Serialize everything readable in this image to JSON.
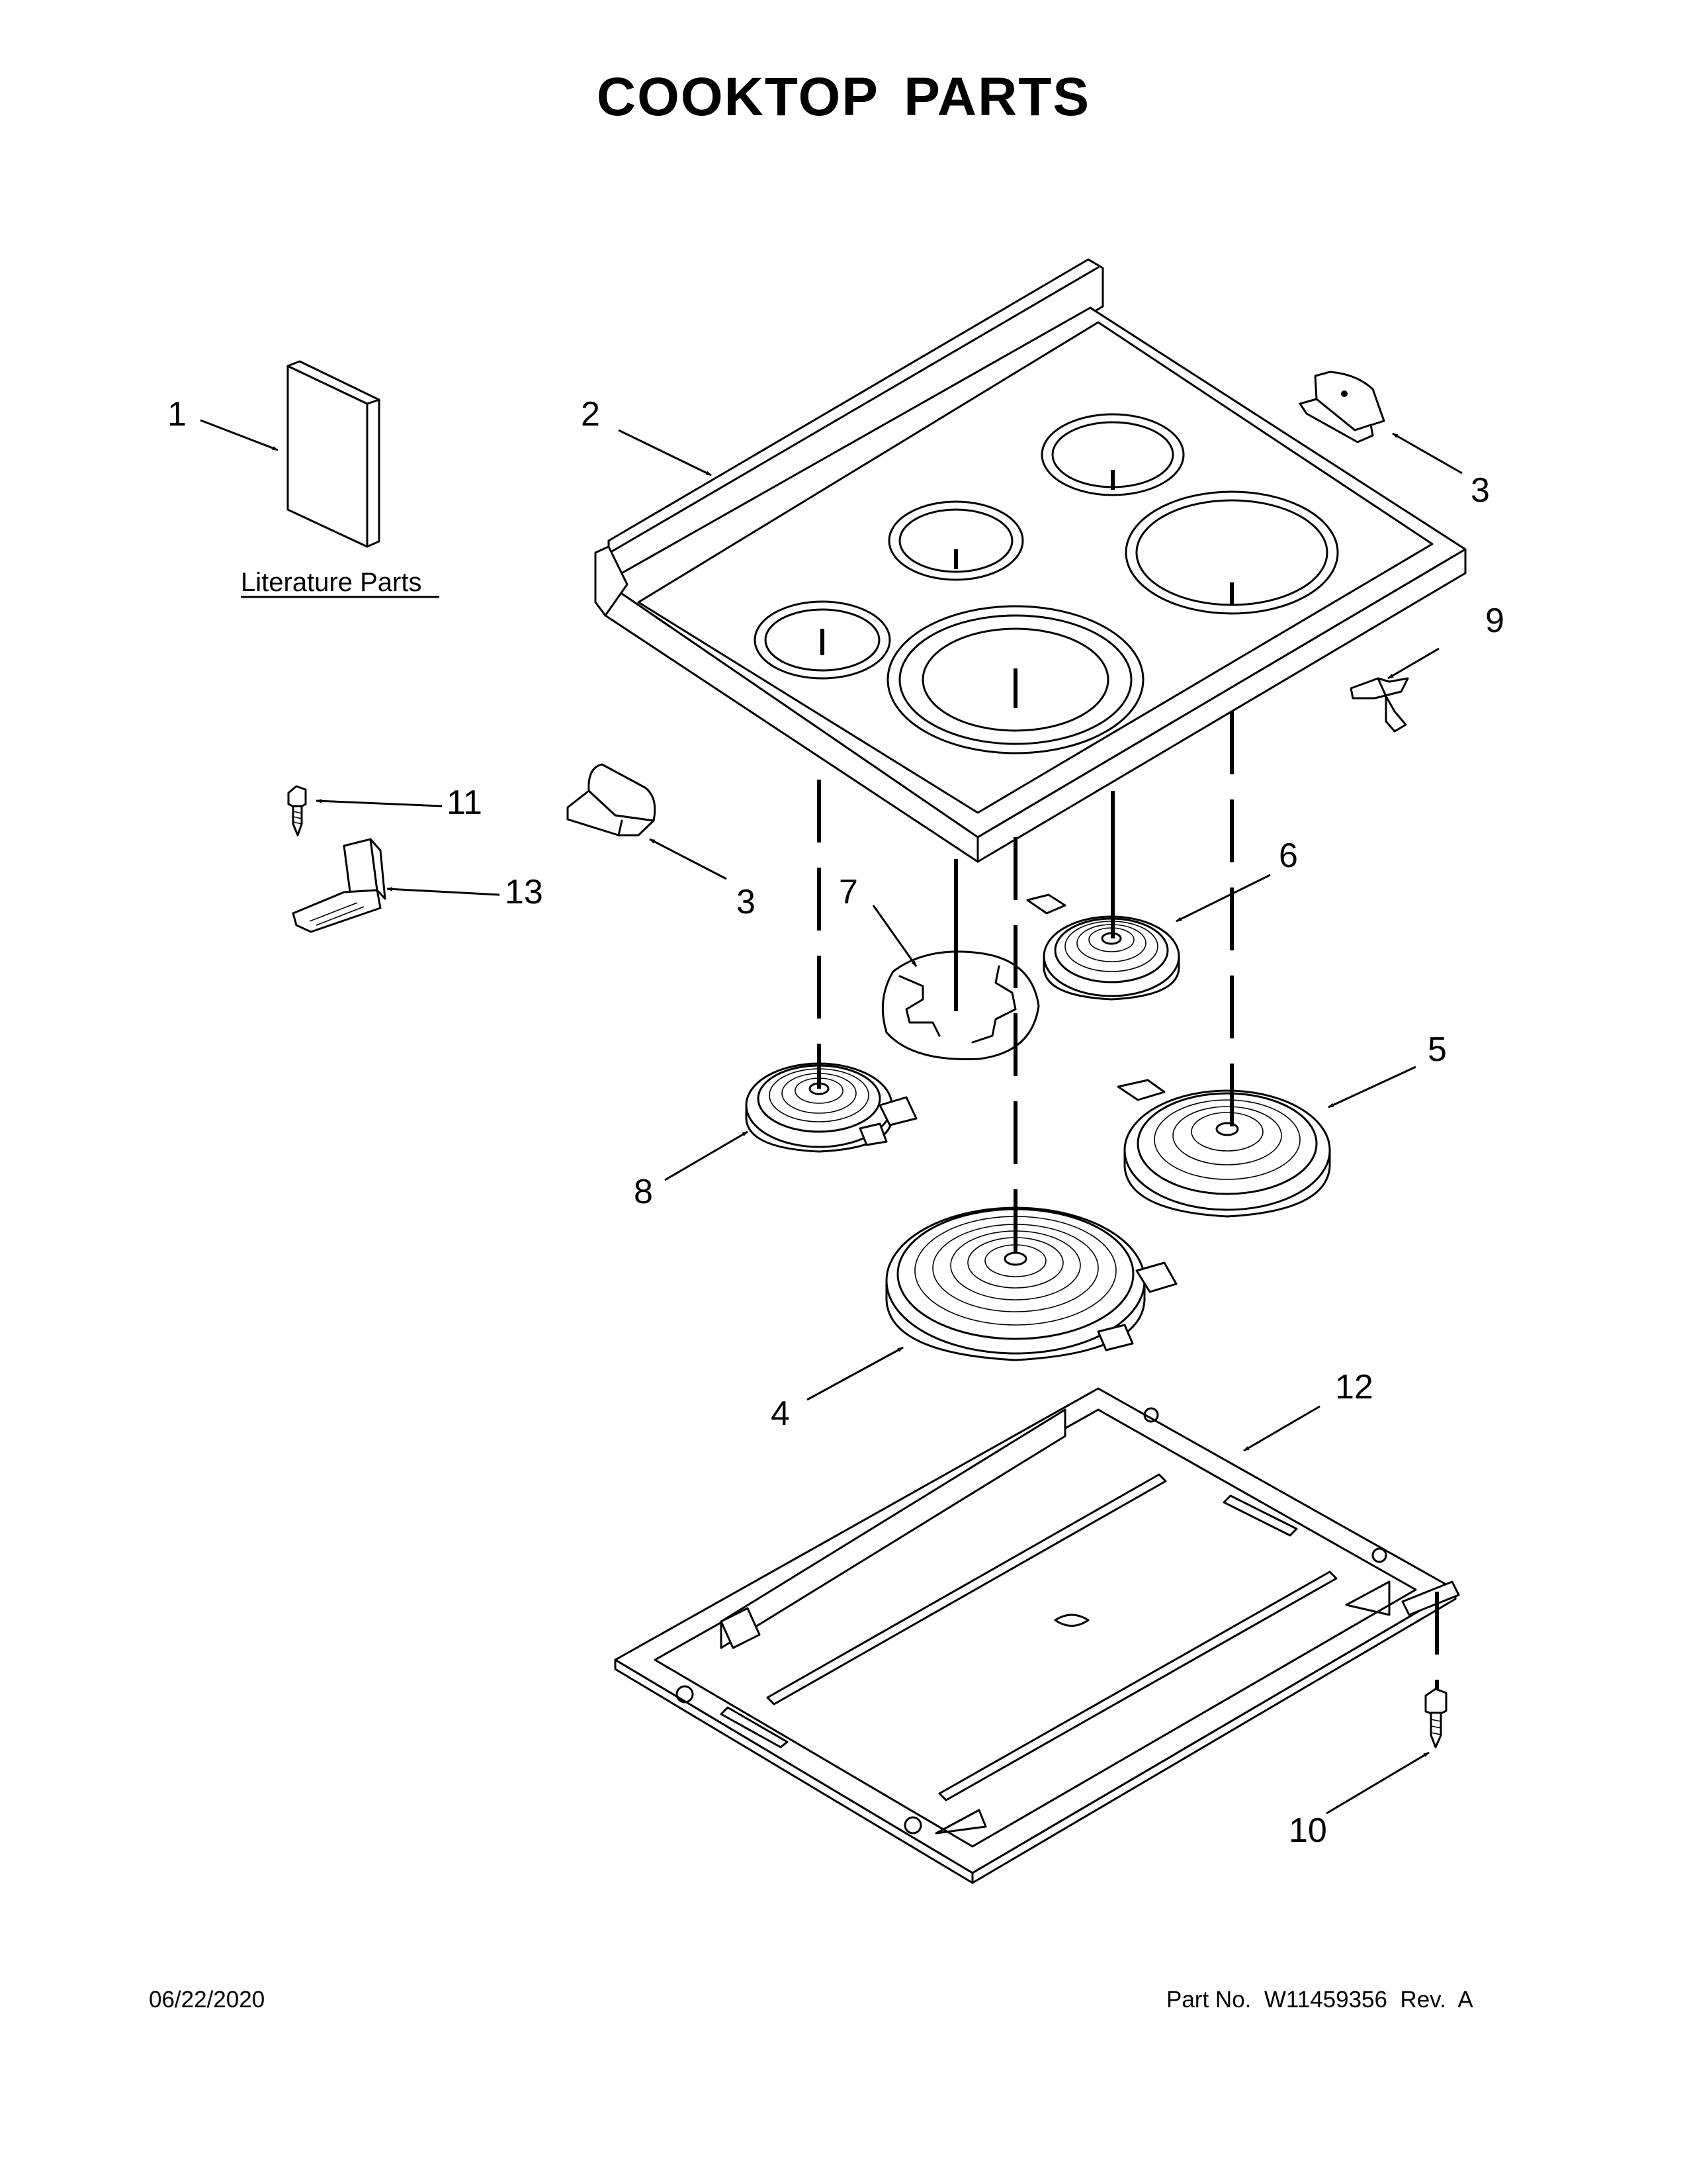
{
  "title": "COOKTOP PARTS",
  "literature_label": "Literature Parts",
  "callouts": {
    "c1": "1",
    "c2": "2",
    "c3a": "3",
    "c3b": "3",
    "c4": "4",
    "c5": "5",
    "c6": "6",
    "c7": "7",
    "c8": "8",
    "c9": "9",
    "c10": "10",
    "c11": "11",
    "c12": "12",
    "c13": "13"
  },
  "footer": {
    "date": "06/22/2020",
    "part_no": "Part No.  W11459356  Rev.  A"
  }
}
